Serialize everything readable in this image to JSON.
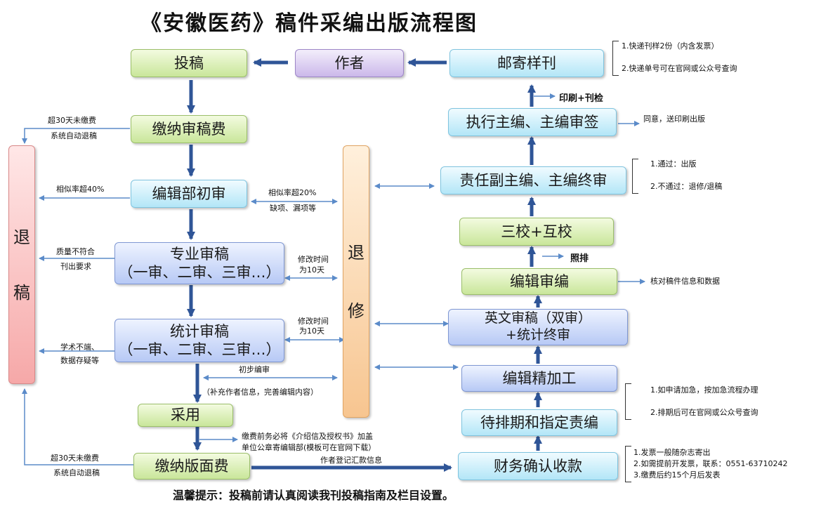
{
  "title": "《安徽医药》稿件采编出版流程图",
  "tip": "温馨提示：投稿前请认真阅读我刊投稿指南及栏目设置。",
  "colors": {
    "arrow_dark": "#2f5597",
    "arrow_thin": "#5b8bc9"
  },
  "left_flow": {
    "submit": "投稿",
    "author": "作者",
    "mail_sample": "邮寄样刊",
    "review_fee": "缴纳审稿费",
    "initial_review": "编辑部初审",
    "expert_review": "专业审稿",
    "expert_review_sub": "（一审、二审、三审…）",
    "stat_review": "统计审稿",
    "stat_review_sub": "（一审、二审、三审…）",
    "accept": "采用",
    "page_fee": "缴纳版面费"
  },
  "side_bars": {
    "reject_1": "退",
    "reject_2": "稿",
    "revise_1": "退",
    "revise_2": "修"
  },
  "right_flow": {
    "exec_chief": "执行主编、主编审签",
    "deputy_chief": "责任副主编、主编终审",
    "proofread": "三校+互校",
    "edit": "编辑审编",
    "english_review": "英文审稿（双审）",
    "english_review_sub": "+统计终审",
    "refine": "编辑精加工",
    "schedule": "待排期和指定责编",
    "finance": "财务确认收款"
  },
  "notes": {
    "mail_1": "1.快递刊样2份（内含发票）",
    "mail_2": "2.快递单号可在官网或公众号查询",
    "print": "印刷+刊检",
    "agree": "同意，送印刷出版",
    "final_1": "1.通过：出版",
    "final_2": "2.不通过：退修/退稿",
    "typeset": "照排",
    "check": "核对稿件信息和数据",
    "sched_1": "1.如申请加急，按加急流程办理",
    "sched_2": "2.排期后可在官网或公众号查询",
    "fin_1": "1.发票一般随杂志寄出",
    "fin_2": "2.如需提前开发票，联系：0551-63710242",
    "fin_3": "3.缴费后约15个月后发表",
    "overdue_1a": "超30天未缴费",
    "overdue_1b": "系统自动退稿",
    "sim40": "相似率超40%",
    "sim20": "相似率超20%",
    "missing": "缺项、漏项等",
    "quality_1": "质量不符合",
    "quality_2": "刊出要求",
    "revise_time_1a": "修改时间",
    "revise_time_1b": "为10天",
    "revise_time_2a": "修改时间",
    "revise_time_2b": "为10天",
    "academic_1": "学术不端、",
    "academic_2": "数据存疑等",
    "prelim_edit": "初步编审",
    "supplement": "（补充作者信息，完善编辑内容）",
    "fee_note_1": "缴费前务必将《介绍信及授权书》加盖",
    "fee_note_2": "单位公章寄编辑部(模板可在官网下载）",
    "overdue_2a": "超30天未缴费",
    "overdue_2b": "系统自动退稿",
    "remit": "作者登记汇款信息"
  }
}
